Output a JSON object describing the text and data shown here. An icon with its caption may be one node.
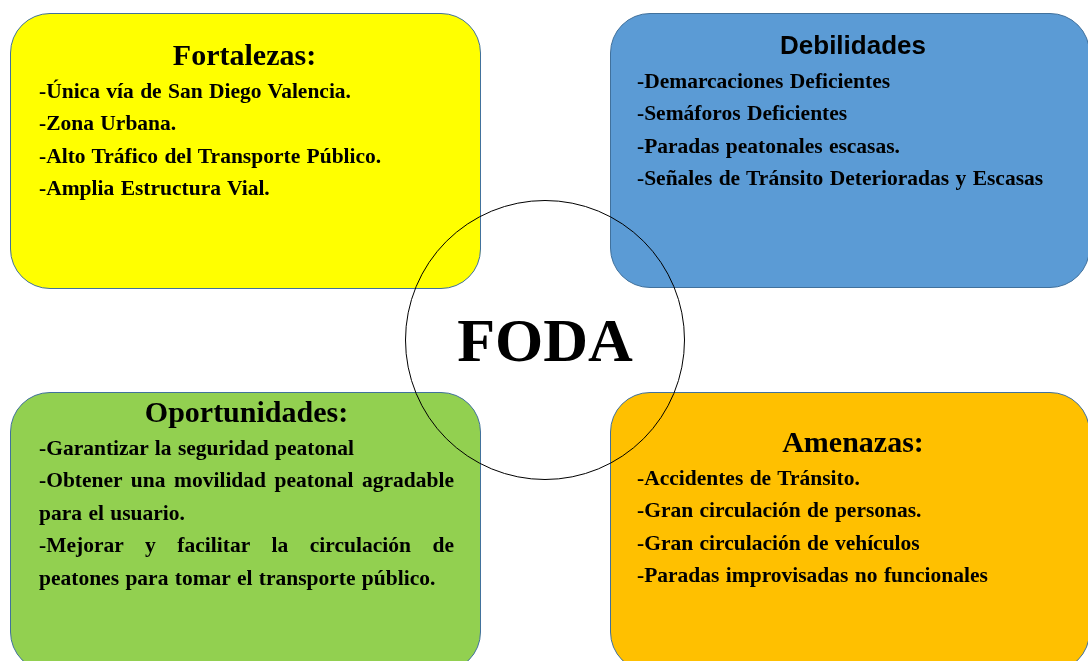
{
  "diagram": {
    "nodes": [
      {
        "text": [
          "**Fortalezas**:",
          "-Única vía de San Diego Valencia.",
          "-Zona Urbana.",
          "-Alto Tráfico del Transporte Público.",
          "-Amplia Estructura Vial."
        ]
      },
      {
        "text": [
          "Debilidades",
          "-Demarcaciones Deficientes",
          "-Semáforos Deficientes",
          "-Paradas peatonales escasas.",
          "-Señales de Tránsito Deterioradas y Escasas"
        ]
      },
      {
        "text": [
          "FODA"
        ]
      },
      {
        "text": [
          "Oportunidades:",
          "-Garantizar la seguridad peatonal",
          "-Obtener una movilidad peatonal agradable para el usuario.",
          "-Mejorar y facilitar la circulación de peatones para tomar el transporte público."
        ]
      },
      {
        "text": [
          "Amenazas:",
          "-Accidentes de Tránsito.",
          "-Gran circulación de personas.",
          "-Gran circulación de vehículos",
          "-Paradas improvisadas no funcionales"
        ]
      }
    ]
  }
}
